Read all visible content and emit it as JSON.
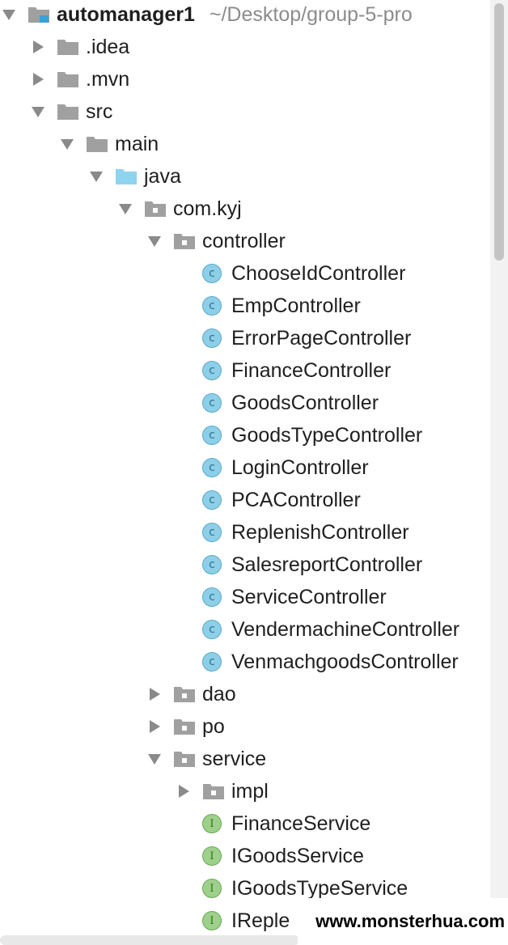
{
  "project": {
    "name": "automanager1",
    "path": "~/Desktop/group-5-pro"
  },
  "colors": {
    "folder": "#a0a0a0",
    "source_folder": "#8fd4ef",
    "class_badge": "#8ecfe8",
    "interface_badge": "#9dd18a",
    "arrow": "#8a8a8a"
  },
  "tree": [
    {
      "label": "automanager1",
      "depth": 0,
      "arrow": "down",
      "icon": "module-folder-icon"
    },
    {
      "label": ".idea",
      "depth": 1,
      "arrow": "right",
      "icon": "folder-icon"
    },
    {
      "label": ".mvn",
      "depth": 1,
      "arrow": "right",
      "icon": "folder-icon"
    },
    {
      "label": "src",
      "depth": 1,
      "arrow": "down",
      "icon": "folder-icon"
    },
    {
      "label": "main",
      "depth": 2,
      "arrow": "down",
      "icon": "folder-icon"
    },
    {
      "label": "java",
      "depth": 3,
      "arrow": "down",
      "icon": "source-folder-icon"
    },
    {
      "label": "com.kyj",
      "depth": 4,
      "arrow": "down",
      "icon": "package-icon"
    },
    {
      "label": "controller",
      "depth": 5,
      "arrow": "down",
      "icon": "package-icon"
    },
    {
      "label": "ChooseIdController",
      "depth": 6,
      "arrow": "none",
      "icon": "class-icon"
    },
    {
      "label": "EmpController",
      "depth": 6,
      "arrow": "none",
      "icon": "class-icon"
    },
    {
      "label": "ErrorPageController",
      "depth": 6,
      "arrow": "none",
      "icon": "class-icon"
    },
    {
      "label": "FinanceController",
      "depth": 6,
      "arrow": "none",
      "icon": "class-icon"
    },
    {
      "label": "GoodsController",
      "depth": 6,
      "arrow": "none",
      "icon": "class-icon"
    },
    {
      "label": "GoodsTypeController",
      "depth": 6,
      "arrow": "none",
      "icon": "class-icon"
    },
    {
      "label": "LoginController",
      "depth": 6,
      "arrow": "none",
      "icon": "class-icon"
    },
    {
      "label": "PCAController",
      "depth": 6,
      "arrow": "none",
      "icon": "class-icon"
    },
    {
      "label": "ReplenishController",
      "depth": 6,
      "arrow": "none",
      "icon": "class-icon"
    },
    {
      "label": "SalesreportController",
      "depth": 6,
      "arrow": "none",
      "icon": "class-icon"
    },
    {
      "label": "ServiceController",
      "depth": 6,
      "arrow": "none",
      "icon": "class-icon"
    },
    {
      "label": "VendermachineController",
      "depth": 6,
      "arrow": "none",
      "icon": "class-icon"
    },
    {
      "label": "VenmachgoodsController",
      "depth": 6,
      "arrow": "none",
      "icon": "class-icon"
    },
    {
      "label": "dao",
      "depth": 5,
      "arrow": "right",
      "icon": "package-icon"
    },
    {
      "label": "po",
      "depth": 5,
      "arrow": "right",
      "icon": "package-icon"
    },
    {
      "label": "service",
      "depth": 5,
      "arrow": "down",
      "icon": "package-icon"
    },
    {
      "label": "impl",
      "depth": 6,
      "arrow": "right",
      "icon": "package-icon"
    },
    {
      "label": "FinanceService",
      "depth": 6,
      "arrow": "none",
      "icon": "interface-icon"
    },
    {
      "label": "IGoodsService",
      "depth": 6,
      "arrow": "none",
      "icon": "interface-icon"
    },
    {
      "label": "IGoodsTypeService",
      "depth": 6,
      "arrow": "none",
      "icon": "interface-icon"
    },
    {
      "label": "IReple",
      "depth": 6,
      "arrow": "none",
      "icon": "interface-icon"
    }
  ],
  "badges": {
    "class": "c",
    "interface": "I"
  },
  "watermark": "www.monsterhua.com"
}
